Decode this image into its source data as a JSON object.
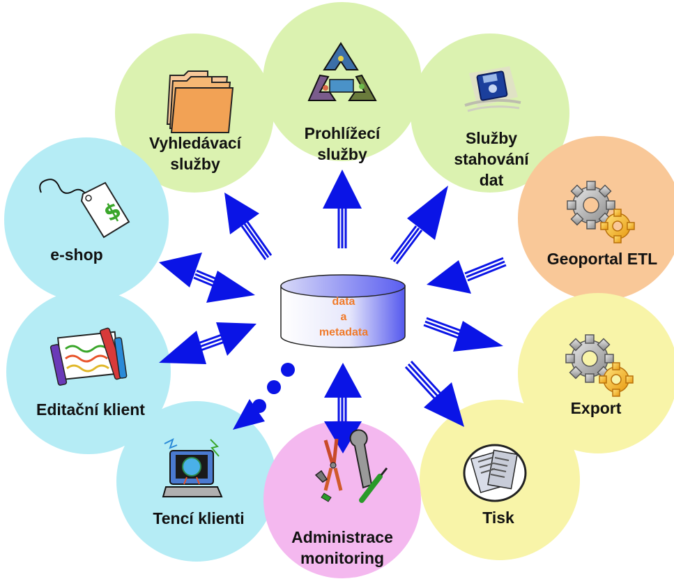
{
  "center": {
    "line1": "data",
    "line2": "a",
    "line3": "metadata"
  },
  "nodes": {
    "vyhledavaci": {
      "line1": "Vyhledávací",
      "line2": "služby",
      "color": "#dbf2b0",
      "icon": "folder-icon"
    },
    "prohlizeci": {
      "line1": "Prohlížecí",
      "line2": "služby",
      "color": "#dbf2b0",
      "icon": "recycle-icon"
    },
    "stahovani": {
      "line1": "Služby",
      "line2": "stahování",
      "line3": "dat",
      "color": "#dbf2b0",
      "icon": "floppy-disk-icon"
    },
    "eshop": {
      "line1": "e-shop",
      "color": "#b5ecf5",
      "icon": "price-tag-icon"
    },
    "etl": {
      "line1": "Geoportal ETL",
      "color": "#f9c898",
      "icon": "gears-icon"
    },
    "editacni": {
      "line1": "Editační klient",
      "color": "#b5ecf5",
      "icon": "crayons-icon"
    },
    "export": {
      "line1": "Export",
      "color": "#f8f4a8",
      "icon": "gears-icon"
    },
    "tenci": {
      "line1": "Tencí klienti",
      "color": "#b5ecf5",
      "icon": "computer-icon"
    },
    "admin": {
      "line1": "Administrace",
      "line2": "monitoring",
      "color": "#f4b8ef",
      "icon": "tools-icon"
    },
    "tisk": {
      "line1": "Tisk",
      "color": "#f8f4a8",
      "icon": "newspaper-icon"
    }
  },
  "colors": {
    "arrow": "#0a14e6",
    "cylinder_text": "#f07a2a",
    "dots": "#0a14e6"
  }
}
